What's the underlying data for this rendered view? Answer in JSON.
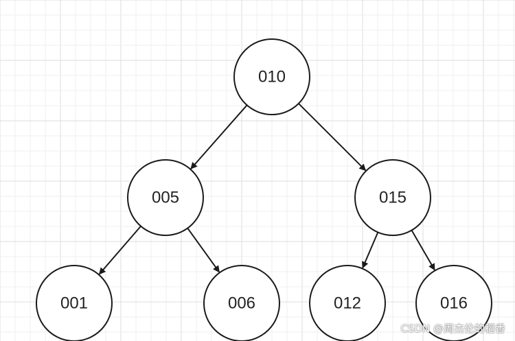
{
  "diagram": {
    "nodes": [
      {
        "id": "n010",
        "label": "010"
      },
      {
        "id": "n005",
        "label": "005"
      },
      {
        "id": "n015",
        "label": "015"
      },
      {
        "id": "n001",
        "label": "001"
      },
      {
        "id": "n006",
        "label": "006"
      },
      {
        "id": "n012",
        "label": "012"
      },
      {
        "id": "n016",
        "label": "016"
      }
    ],
    "edges": [
      {
        "from": "n010",
        "to": "n005"
      },
      {
        "from": "n010",
        "to": "n015"
      },
      {
        "from": "n005",
        "to": "n001"
      },
      {
        "from": "n005",
        "to": "n006"
      },
      {
        "from": "n015",
        "to": "n012"
      },
      {
        "from": "n015",
        "to": "n016"
      }
    ]
  },
  "colors": {
    "grid_major": "#dcdcdc",
    "grid_minor": "#efefef",
    "node_stroke": "#1a1a1a",
    "node_fill": "#ffffff",
    "edge": "#1a1a1a"
  },
  "watermark": {
    "text": "CSDN @周杰伦的稻香"
  }
}
